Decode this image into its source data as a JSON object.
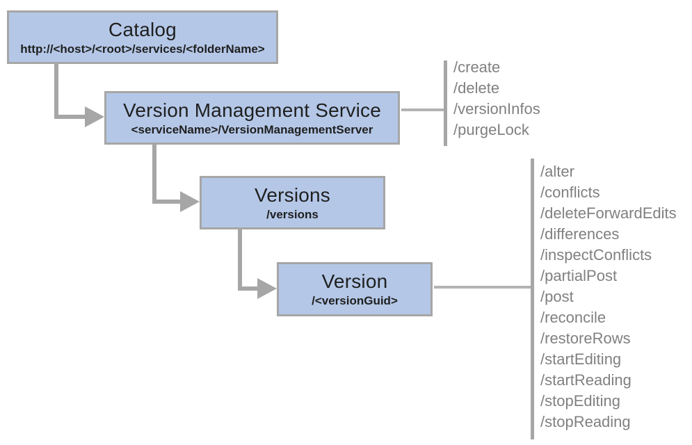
{
  "colors": {
    "node-fill": "#b4c7e7",
    "node-border": "#a6a6a6",
    "connector": "#a6a6a6",
    "connector-thin": "#b3b3b3",
    "endpoint-text": "#808080",
    "node-text": "#1f1f1f"
  },
  "nodes": {
    "catalog": {
      "title": "Catalog",
      "subtitle": "http://<host>/<root>/services/<folderName>"
    },
    "vms": {
      "title": "Version Management Service",
      "subtitle": "<serviceName>/VersionManagementServer"
    },
    "versions": {
      "title": "Versions",
      "subtitle": "/versions"
    },
    "version": {
      "title": "Version",
      "subtitle": "/<versionGuid>"
    }
  },
  "endpoints": {
    "vms": {
      "items": [
        "/create",
        "/delete",
        "/versionInfos",
        "/purgeLock"
      ]
    },
    "version": {
      "items": [
        "/alter",
        "/conflicts",
        "/deleteForwardEdits",
        "/differences",
        "/inspectConflicts",
        "/partialPost",
        "/post",
        "/reconcile",
        "/restoreRows",
        "/startEditing",
        "/startReading",
        "/stopEditing",
        "/stopReading"
      ]
    }
  }
}
